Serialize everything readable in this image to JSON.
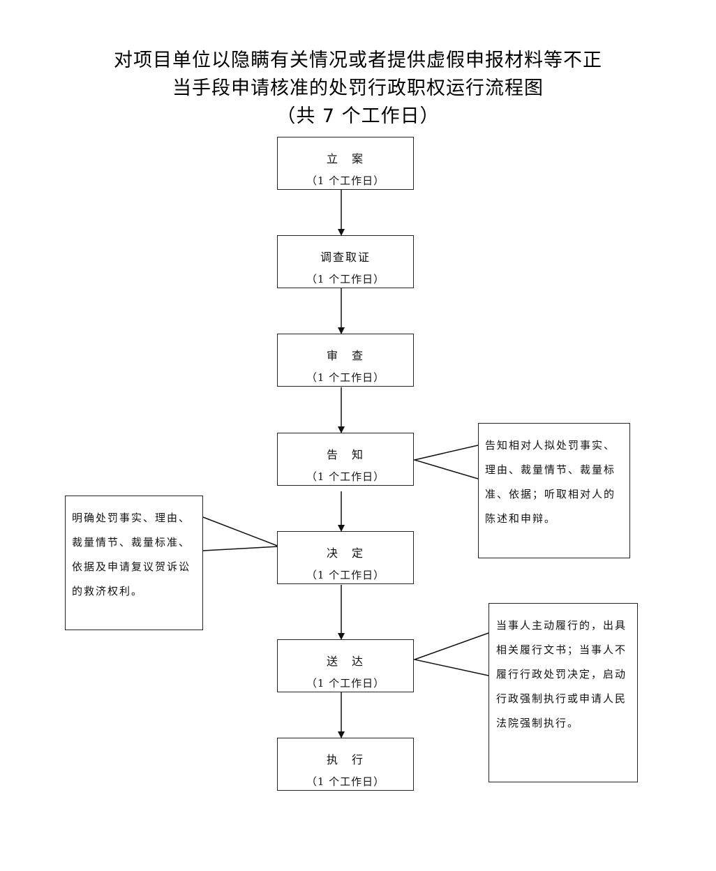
{
  "title": {
    "line1": "对项目单位以隐瞒有关情况或者提供虚假申报材料等不正",
    "line2": "当手段申请核准的处罚行政职权运行流程图",
    "line3": "（共 7 个工作日）"
  },
  "steps": [
    {
      "name": "立　案",
      "days": "（1 个工作日）"
    },
    {
      "name": "调查取证",
      "days": "（1 个工作日）"
    },
    {
      "name": "审　查",
      "days": "（1 个工作日）"
    },
    {
      "name": "告　知",
      "days": "（1 个工作日）"
    },
    {
      "name": "决　定",
      "days": "（1 个工作日）"
    },
    {
      "name": "送　达",
      "days": "（1 个工作日）"
    },
    {
      "name": "执　行",
      "days": "（1 个工作日）"
    }
  ],
  "notes": {
    "notice": "告知相对人拟处罚事实、理由、裁量情节、裁量标准、依据；听取相对人的陈述和申辩。",
    "decision": "明确处罚事实、理由、裁量情节、裁量标准、依据及申请复议贺诉讼的救济权利。",
    "delivery": "当事人主动履行的，出具相关履行文书；当事人不履行行政处罚决定，启动行政强制执行或申请人民法院强制执行。"
  }
}
